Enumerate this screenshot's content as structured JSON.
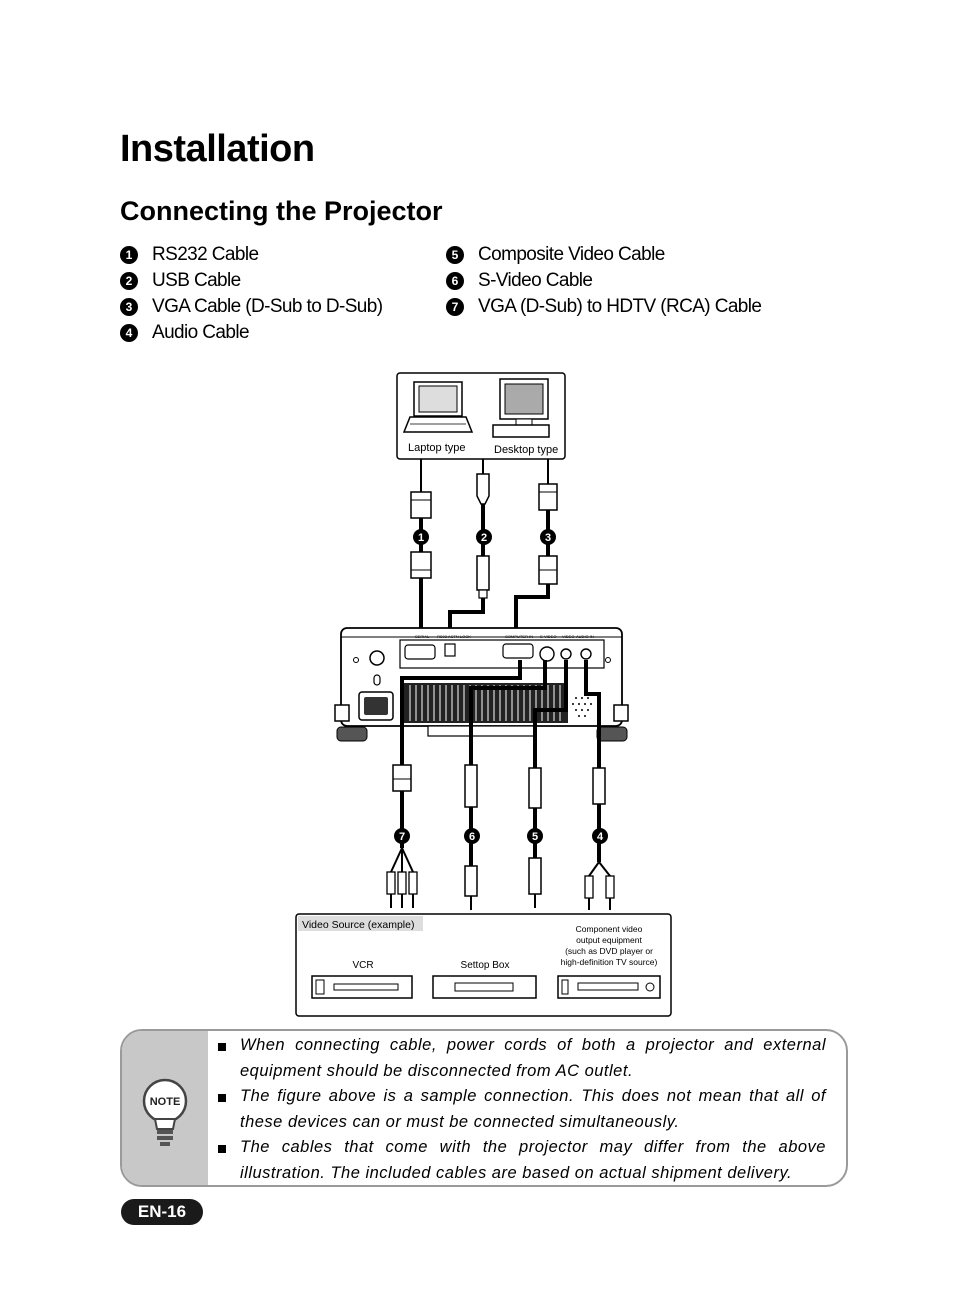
{
  "page": {
    "title": "Installation",
    "subtitle": "Connecting the Projector",
    "page_number": "EN-16"
  },
  "cables_left": [
    {
      "num": "1",
      "label": "RS232 Cable"
    },
    {
      "num": "2",
      "label": "USB Cable"
    },
    {
      "num": "3",
      "label": "VGA Cable (D-Sub to D-Sub)"
    },
    {
      "num": "4",
      "label": "Audio Cable"
    }
  ],
  "cables_right": [
    {
      "num": "5",
      "label": "Composite Video Cable"
    },
    {
      "num": "6",
      "label": "S-Video Cable"
    },
    {
      "num": "7",
      "label": "VGA (D-Sub) to HDTV (RCA) Cable"
    }
  ],
  "diagram": {
    "laptop_label": "Laptop type",
    "desktop_label": "Desktop type",
    "port_labels": [
      "SERIAL",
      "RS03 ACTN LOCK",
      "COMPUTER IN",
      "S-VIDEO",
      "VIDEO",
      "AUDIO IN"
    ],
    "video_source_label": "Video Source (example)",
    "vcr_label": "VCR",
    "settop_label": "Settop Box",
    "component_label_lines": [
      "Component video",
      "output equipment",
      "(such as DVD player or",
      "high-definition TV source)"
    ],
    "markers": [
      "1",
      "2",
      "3",
      "7",
      "6",
      "5",
      "4"
    ]
  },
  "note": {
    "icon_label": "NOTE",
    "items": [
      "When connecting cable, power cords of both a projector and external equipment should be disconnected from AC outlet.",
      "The figure above is a sample connection. This does not mean that all of these devices can or must be connected simultaneously.",
      "The cables that come with the projector may differ from the above illustration. The included cables are based on actual shipment delivery."
    ]
  }
}
